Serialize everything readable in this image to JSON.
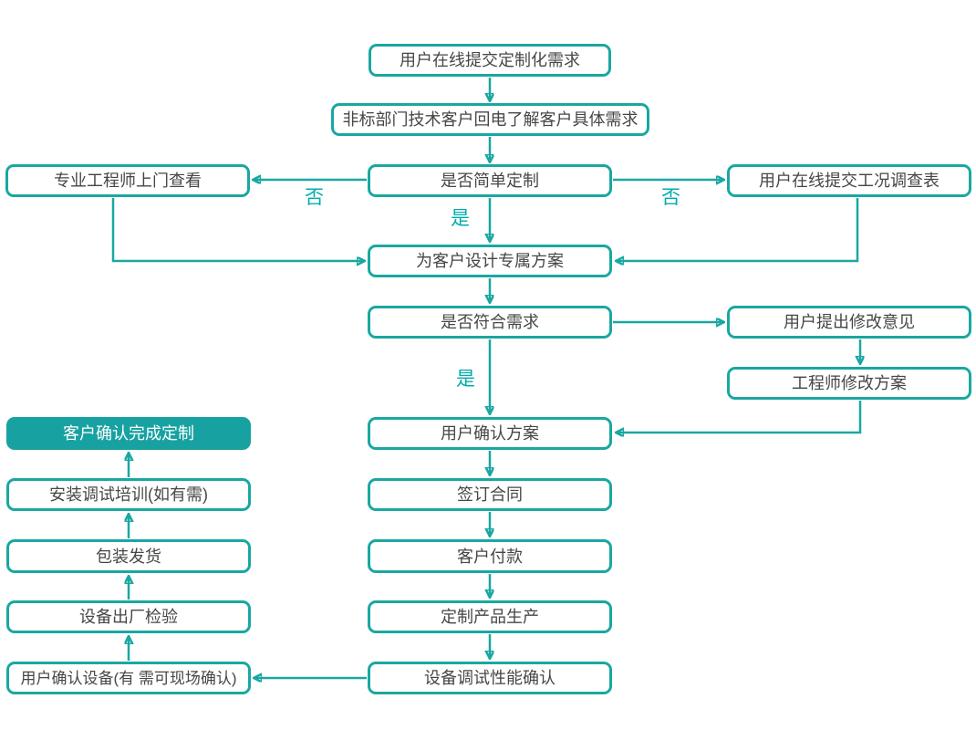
{
  "colors": {
    "stroke": "#1aa7a2",
    "node_text": "#464646",
    "edge_label": "#00acae",
    "filled_node_bg": "#17a2a1",
    "filled_node_text": "#ffffff",
    "background": "#ffffff"
  },
  "nodes": {
    "online_submit_request": "用户在线提交定制化需求",
    "tech_callback": "非标部门技术客户回电了解客户具体需求",
    "simple_customization_decision": "是否简单定制",
    "engineer_site_visit": "专业工程师上门查看",
    "condition_survey_form": "用户在线提交工况调查表",
    "design_exclusive_plan": "为客户设计专属方案",
    "meets_requirements_decision": "是否符合需求",
    "user_revision_feedback": "用户提出修改意见",
    "engineer_revise_plan": "工程师修改方案",
    "user_confirm_plan": "用户确认方案",
    "sign_contract": "签订合同",
    "customer_payment": "客户付款",
    "custom_production": "定制产品生产",
    "equipment_debug_confirm": "设备调试性能确认",
    "customization_complete": "客户确认完成定制",
    "install_training": "安装调试培训(如有需)",
    "packaging_shipping": "包装发货",
    "factory_inspection": "设备出厂检验",
    "user_confirm_equipment": "用户确认设备(有 需可现场确认)"
  },
  "edge_labels": {
    "no_left": "否",
    "no_right": "否",
    "yes_top": "是",
    "yes_bottom": "是"
  }
}
